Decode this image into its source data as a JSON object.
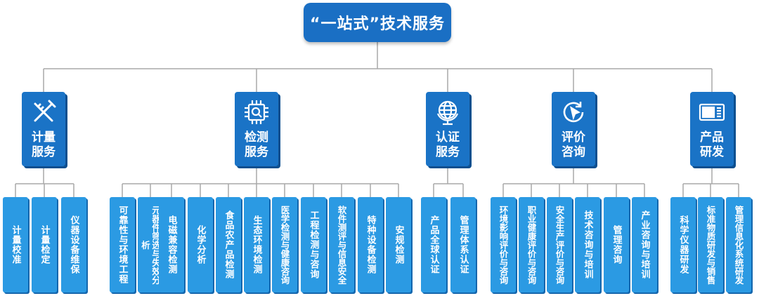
{
  "title": "“一站式”技术服务",
  "colors": {
    "root": "#1a6fc4",
    "category": "#1a73c6",
    "leaf": "#2b9ae3",
    "line": "#a8a8a8"
  },
  "categories": [
    {
      "label": "计量服务",
      "icon": "ruler-pencil-icon",
      "items": [
        "计量校准",
        "计量检定",
        "仪器设备维保"
      ]
    },
    {
      "label": "检测服务",
      "icon": "chip-search-icon",
      "items": [
        "可靠性与环境工程",
        "元器件筛选与失效分析",
        "电磁兼容检测",
        "化学分析",
        "食品农产品检测",
        "生态环境检测",
        "医学检测与健康咨询",
        "工程检测与咨询",
        "软件测评与信息安全",
        "特种设备检测",
        "安规检测"
      ]
    },
    {
      "label": "认证服务",
      "icon": "globe-icon",
      "items": [
        "产品全球认证",
        "管理体系认证"
      ]
    },
    {
      "label": "评价咨询",
      "icon": "cursor-refresh-icon",
      "items": [
        "环境影响评价与咨询",
        "职业健康评价与咨询",
        "安全生产评价与咨询",
        "技术咨询与培训",
        "管理咨询",
        "产业咨询与培训"
      ]
    },
    {
      "label": "产品研发",
      "icon": "device-panel-icon",
      "items": [
        "科学仪器研发",
        "标准物质研发与销售",
        "管理信息化系统研发"
      ]
    }
  ]
}
